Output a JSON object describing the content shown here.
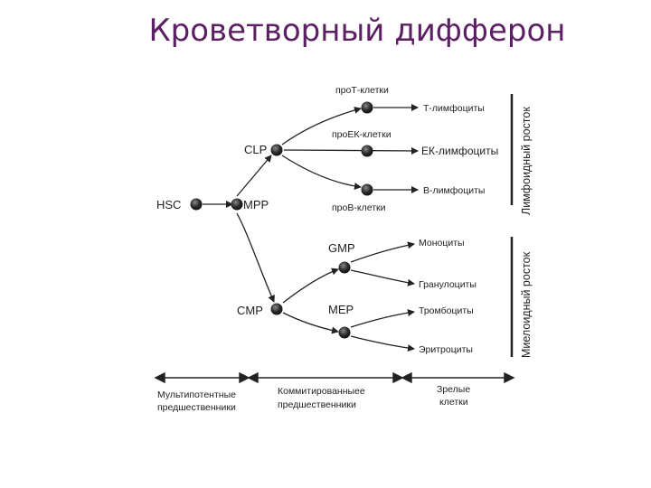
{
  "title": "Кроветворный дифферон",
  "nodes": {
    "hsc": "HSC",
    "mpp": "MPP",
    "clp": "CLP",
    "cmp": "CMP",
    "gmp": "GMP",
    "mep": "MEP",
    "pro_t": "проТ-клетки",
    "pro_nk": "проЕК-клетки",
    "pro_b": "проВ-клетки"
  },
  "mature": {
    "t_lymph": "Т-лимфоциты",
    "nk_lymph": "ЕК-лимфоциты",
    "b_lymph": "В-лимфоциты",
    "monocytes": "Моноциты",
    "granulocytes": "Гранулоциты",
    "thrombocytes": "Тромбоциты",
    "erythrocytes": "Эритроциты"
  },
  "lineages": {
    "lymphoid": "Лимфоидный росток",
    "myeloid": "Миелоидный росток"
  },
  "stages": {
    "multipotent_1": "Мультипотентные",
    "multipotent_2": "предшественники",
    "committed_1": "Коммитированныее",
    "committed_2": "предшественники",
    "mature_1": "Зрелые",
    "mature_2": "клетки"
  }
}
